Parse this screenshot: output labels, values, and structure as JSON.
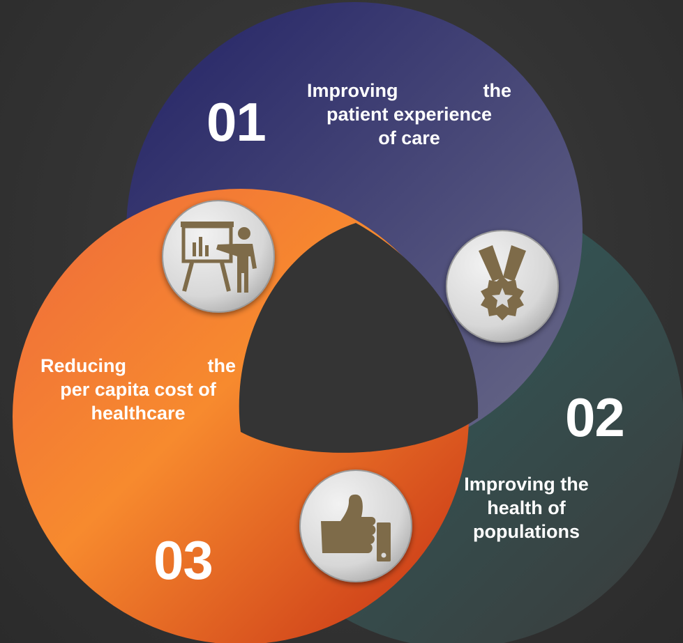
{
  "colors": {
    "background": "#333333",
    "circle_1": [
      "#2a2a6e",
      "#5a5a80"
    ],
    "circle_2": [
      "#2f5c5c",
      "#3a3a3a"
    ],
    "circle_3": [
      "#ea6a3a",
      "#c93a16"
    ],
    "icon": "#8a7a5a",
    "badge": "#d9d9d9"
  },
  "items": [
    {
      "number": "01",
      "lines": [
        "Improving the",
        "patient experience",
        "of care"
      ],
      "icon": "medal-icon"
    },
    {
      "number": "02",
      "lines": [
        "Improving the",
        "health of",
        "populations"
      ],
      "icon": "thumbs-up-icon"
    },
    {
      "number": "03",
      "lines": [
        "Reducing the",
        "per capita cost of",
        "healthcare"
      ],
      "icon": "presentation-icon"
    }
  ]
}
